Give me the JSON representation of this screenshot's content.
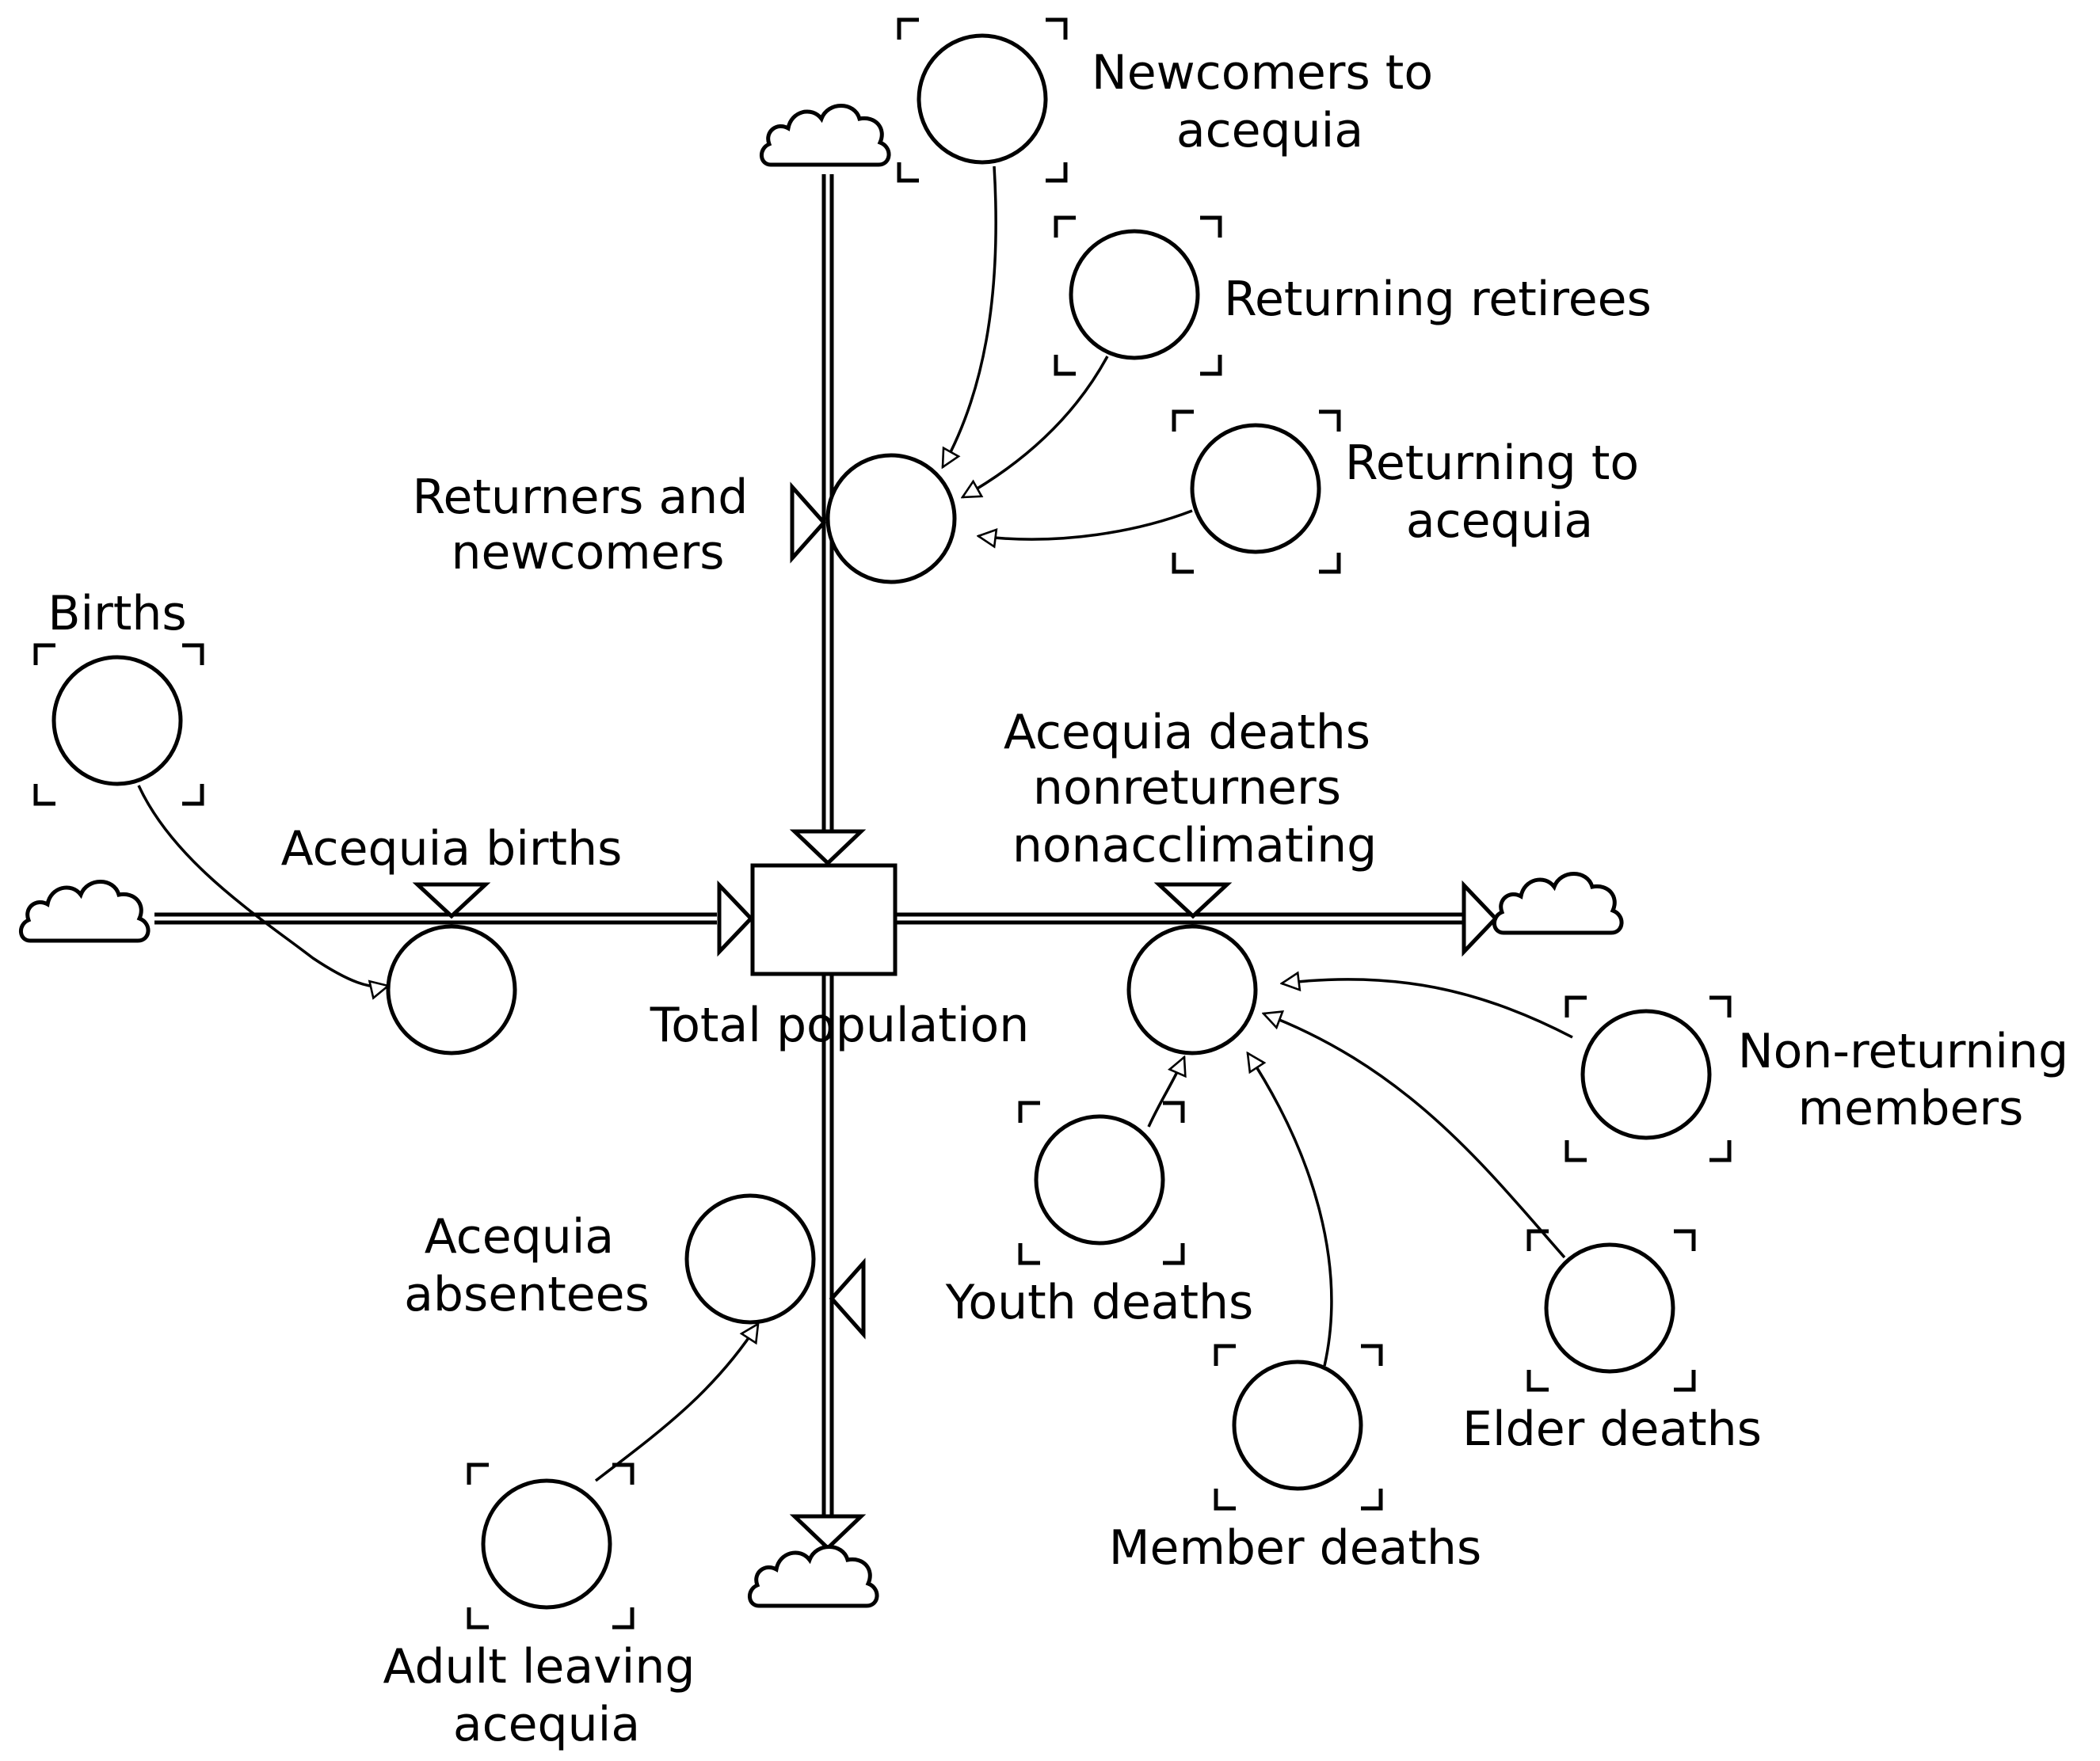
{
  "stock": {
    "label": "Total population"
  },
  "flows": {
    "returners": [
      "Returners and",
      "newcomers"
    ],
    "births": [
      "Acequia births"
    ],
    "deaths": [
      "Acequia deaths",
      "nonreturners",
      "nonacclimating"
    ],
    "absentees": [
      "Acequia",
      "absentees"
    ]
  },
  "variables": {
    "newcomers": [
      "Newcomers to",
      "acequia"
    ],
    "retirees": [
      "Returning retirees"
    ],
    "returning": [
      "Returning to",
      "acequia"
    ],
    "births_input": [
      "Births"
    ],
    "nonreturning": [
      "Non-returning",
      "members"
    ],
    "youth": [
      "Youth deaths"
    ],
    "elder": [
      "Elder deaths"
    ],
    "member": [
      "Member deaths"
    ],
    "adult": [
      "Adult leaving",
      "acequia"
    ]
  }
}
